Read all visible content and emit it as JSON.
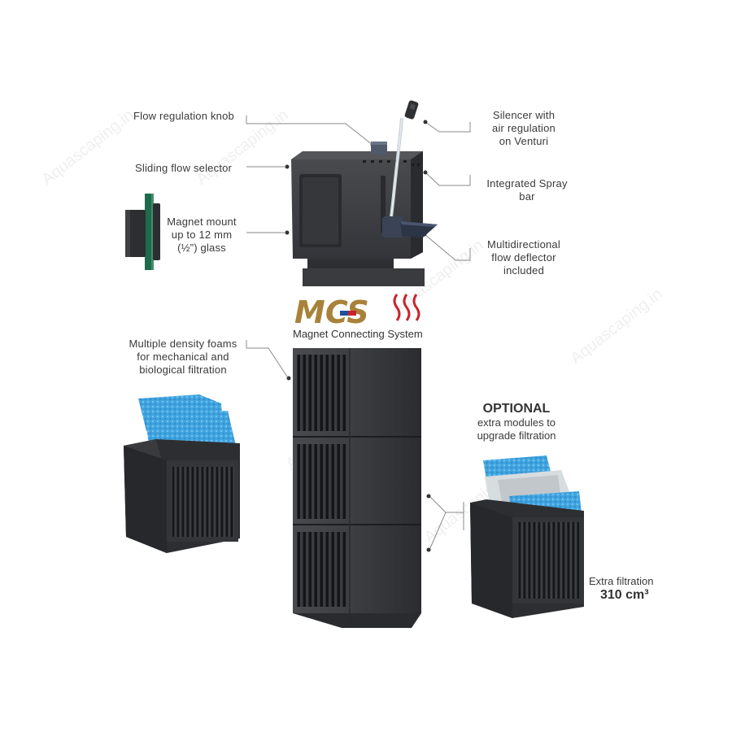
{
  "labels": {
    "flow_knob": "Flow regulation knob",
    "sliding_selector": "Sliding flow selector",
    "magnet_line1": "Magnet mount",
    "magnet_line2": "up to 12 mm",
    "magnet_line3": "(½”) glass",
    "silencer_line1": "Silencer with",
    "silencer_line2": "air regulation",
    "silencer_line3": "on Venturi",
    "spray_line1": "Integrated Spray",
    "spray_line2": "bar",
    "deflector_line1": "Multidirectional",
    "deflector_line2": "flow deflector",
    "deflector_line3": "included",
    "foams_line1": "Multiple density foams",
    "foams_line2": "for mechanical and",
    "foams_line3": "biological filtration"
  },
  "mcs": {
    "logo_text": "MCS",
    "caption": "Magnet Connecting System"
  },
  "optional": {
    "title": "OPTIONAL",
    "subtitle_line1": "extra modules to",
    "subtitle_line2": "upgrade filtration"
  },
  "extra": {
    "label": "Extra filtration",
    "value": "310 cm³"
  },
  "watermark": "Aquascaping.in",
  "colors": {
    "filter_body": "#3c3d40",
    "filter_dark": "#2a2b2e",
    "foam_blue": "#3a9fdc",
    "logo_gold": "#a8823a",
    "logo_red": "#c8242b",
    "logo_blue": "#1f4e9b",
    "leader_line": "#8a8a8a"
  }
}
